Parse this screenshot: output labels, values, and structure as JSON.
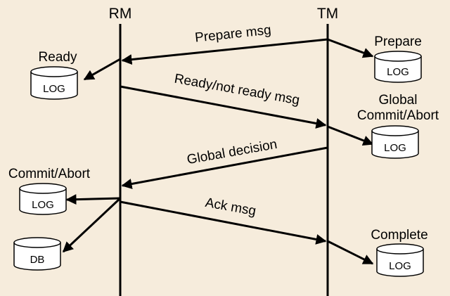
{
  "participants": {
    "rm": "RM",
    "tm": "TM"
  },
  "messages": {
    "prepare": "Prepare msg",
    "ready": "Ready/not ready msg",
    "decision": "Global decision",
    "ack": "Ack msg"
  },
  "rm_notes": {
    "ready": "Ready",
    "commit_abort": "Commit/Abort"
  },
  "tm_notes": {
    "prepare": "Prepare",
    "global_line1": "Global",
    "global_line2": "Commit/Abort",
    "complete": "Complete"
  },
  "stores": {
    "log": "LOG",
    "db": "DB"
  },
  "colors": {
    "background": "#f6ecdc",
    "ink": "#000000"
  }
}
